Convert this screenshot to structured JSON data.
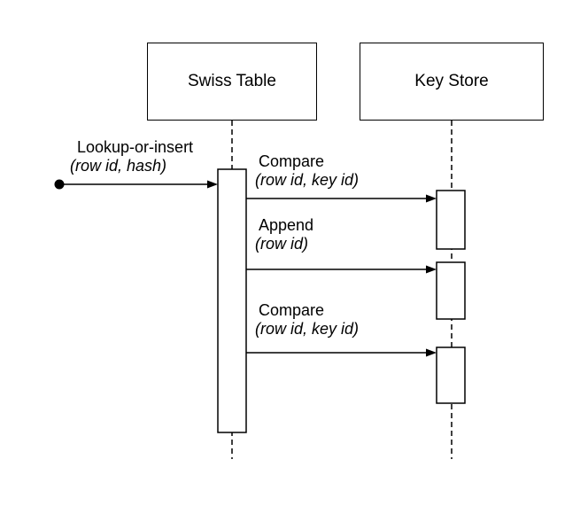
{
  "diagram": {
    "type": "uml-sequence-diagram",
    "colors": {
      "background": "#ffffff",
      "line": "#000000",
      "text": "#000000",
      "activation_fill": "#ffffff"
    },
    "actors": [
      {
        "name": "Swiss Table"
      },
      {
        "name": "Key Store"
      }
    ],
    "messages": [
      {
        "name": "Lookup-or-insert",
        "args": "(row id, hash)",
        "from": "caller",
        "to": "Swiss Table"
      },
      {
        "name": "Compare",
        "args": "(row id, key id)",
        "from": "Swiss Table",
        "to": "Key Store"
      },
      {
        "name": "Append",
        "args": "(row id)",
        "from": "Swiss Table",
        "to": "Key Store"
      },
      {
        "name": "Compare",
        "args": "(row id, key id)",
        "from": "Swiss Table",
        "to": "Key Store"
      }
    ]
  }
}
